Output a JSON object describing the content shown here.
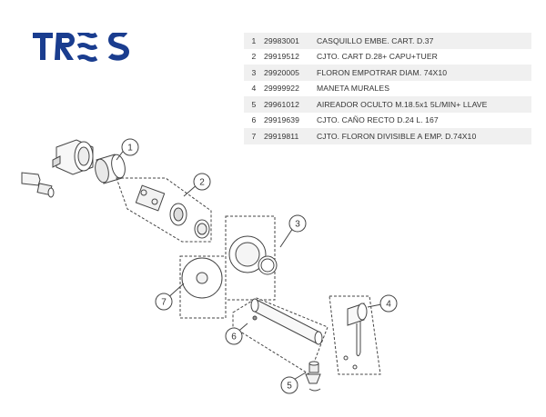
{
  "brand": {
    "logo_text": "TRES",
    "color": "#1a3d8f"
  },
  "parts": [
    {
      "n": "1",
      "ref": "29983001",
      "desc": "CASQUILLO EMBE. CART. D.37"
    },
    {
      "n": "2",
      "ref": "29919512",
      "desc": "CJTO. CART D.28+ CAPU+TUER"
    },
    {
      "n": "3",
      "ref": "29920005",
      "desc": "FLORON EMPOTRAR DIAM. 74X10"
    },
    {
      "n": "4",
      "ref": "29999922",
      "desc": "MANETA MURALES"
    },
    {
      "n": "5",
      "ref": "29961012",
      "desc": "AIREADOR OCULTO M.18.5x1 5L/MIN+ LLAVE"
    },
    {
      "n": "6",
      "ref": "29919639",
      "desc": "CJTO. CAÑO RECTO D.24 L. 167"
    },
    {
      "n": "7",
      "ref": "29919811",
      "desc": "CJTO. FLORON DIVISIBLE A EMP. D.74X10"
    }
  ],
  "callouts": [
    "1",
    "2",
    "3",
    "4",
    "5",
    "6",
    "7"
  ]
}
